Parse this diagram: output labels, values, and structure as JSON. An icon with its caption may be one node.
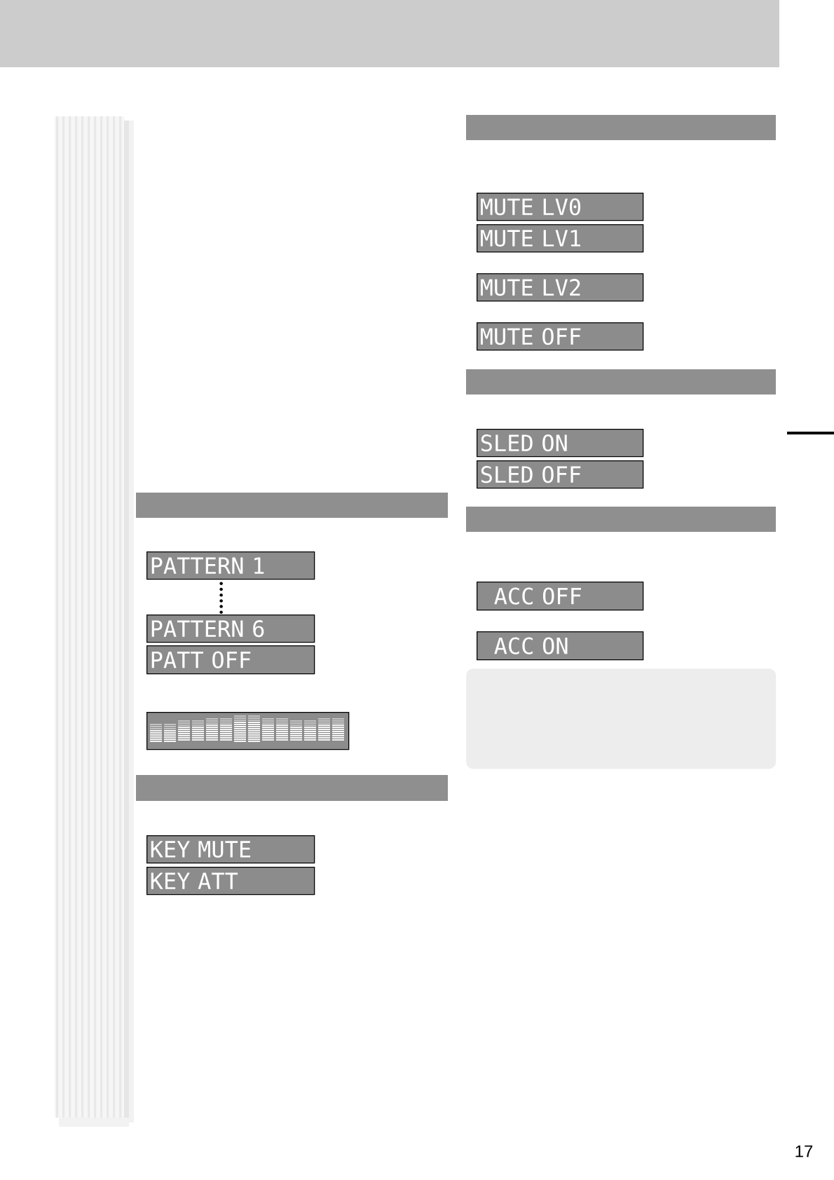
{
  "diagram": {
    "nodes": [
      {
        "text": [
          "PATTERN 1"
        ]
      },
      {
        "text": [
          "PATTERN 6"
        ]
      },
      {
        "text": [
          "PATT OFF"
        ]
      },
      {
        "text": [],
        "shape": "box"
      },
      {
        "text": [
          "KEY MUTE"
        ]
      },
      {
        "text": [
          "KEY ATT"
        ]
      },
      {
        "text": [
          "MUTE LV0"
        ]
      },
      {
        "text": [
          "MUTE LV1"
        ]
      },
      {
        "text": [
          "MUTE LV2"
        ]
      },
      {
        "text": [
          "MUTE OFF"
        ]
      },
      {
        "text": [
          "SLED ON"
        ]
      },
      {
        "text": [
          "SLED OFF"
        ]
      },
      {
        "text": [
          "ACC OFF"
        ]
      },
      {
        "text": [
          "ACC ON"
        ]
      },
      {
        "text": [],
        "shape": "box"
      }
    ],
    "edges": [
      {
        "from": 0,
        "to": 1,
        "arrow": "none"
      }
    ],
    "labels": [
      "17"
    ]
  }
}
